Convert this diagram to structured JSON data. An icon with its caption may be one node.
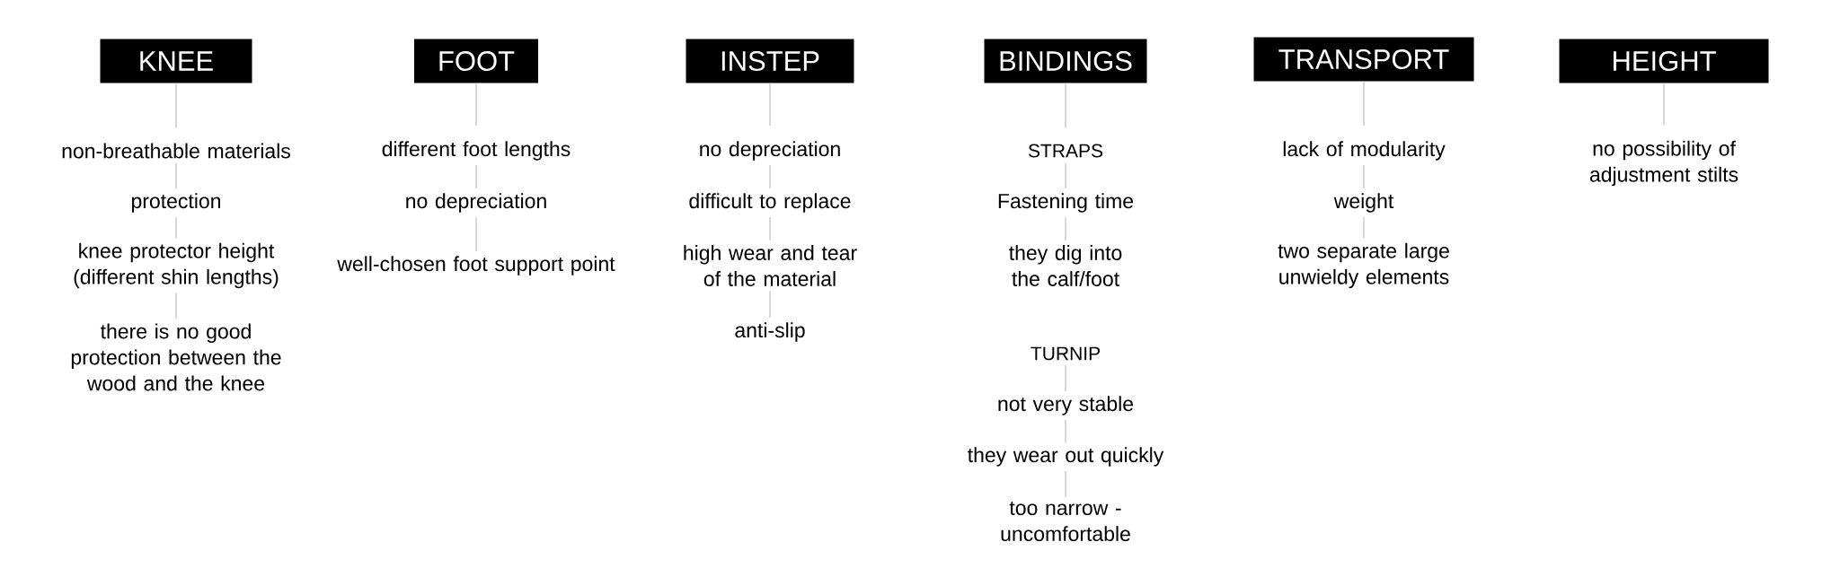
{
  "diagram": {
    "nodes": [
      {
        "text": [
          "KNEE"
        ]
      },
      {
        "text": [
          "non-breathable materials"
        ]
      },
      {
        "text": [
          "protection"
        ]
      },
      {
        "text": [
          "knee protector height (different shin lengths)"
        ]
      },
      {
        "text": [
          "there is no good protection between the wood and the knee"
        ]
      },
      {
        "text": [
          "FOOT"
        ]
      },
      {
        "text": [
          "different foot lengths"
        ]
      },
      {
        "text": [
          "no depreciation"
        ]
      },
      {
        "text": [
          "well-chosen foot support point"
        ]
      },
      {
        "text": [
          "INSTEP"
        ]
      },
      {
        "text": [
          "no depreciation"
        ]
      },
      {
        "text": [
          "difficult to replace"
        ]
      },
      {
        "text": [
          "high wear and tear of the material"
        ]
      },
      {
        "text": [
          "anti-slip"
        ]
      },
      {
        "text": [
          "BINDINGS"
        ]
      },
      {
        "text": [
          "STRAPS"
        ]
      },
      {
        "text": [
          "Fastening time"
        ]
      },
      {
        "text": [
          "they dig into the calf/foot"
        ]
      },
      {
        "text": [
          "TURNIP"
        ]
      },
      {
        "text": [
          "not very stable"
        ]
      },
      {
        "text": [
          "they wear out quickly"
        ]
      },
      {
        "text": [
          "too narrow - uncomfortable"
        ]
      },
      {
        "text": [
          "TRANSPORT"
        ]
      },
      {
        "text": [
          "lack of modularity"
        ]
      },
      {
        "text": [
          "weight"
        ]
      },
      {
        "text": [
          "two separate large unwieldy elements"
        ]
      },
      {
        "text": [
          "HEIGHT"
        ]
      },
      {
        "text": [
          "no possibility of adjustment stilts"
        ]
      }
    ],
    "edges": [
      {
        "from": 0,
        "to": 1,
        "arrow": "none"
      },
      {
        "from": 1,
        "to": 2,
        "arrow": "none"
      },
      {
        "from": 2,
        "to": 3,
        "arrow": "none"
      },
      {
        "from": 3,
        "to": 4,
        "arrow": "none"
      },
      {
        "from": 5,
        "to": 6,
        "arrow": "none"
      },
      {
        "from": 6,
        "to": 7,
        "arrow": "none"
      },
      {
        "from": 7,
        "to": 8,
        "arrow": "none"
      },
      {
        "from": 9,
        "to": 10,
        "arrow": "none"
      },
      {
        "from": 10,
        "to": 11,
        "arrow": "none"
      },
      {
        "from": 11,
        "to": 12,
        "arrow": "none"
      },
      {
        "from": 12,
        "to": 13,
        "arrow": "none"
      },
      {
        "from": 14,
        "to": 15,
        "arrow": "none"
      },
      {
        "from": 15,
        "to": 16,
        "arrow": "none"
      },
      {
        "from": 16,
        "to": 17,
        "arrow": "none"
      },
      {
        "from": 18,
        "to": 19,
        "arrow": "none"
      },
      {
        "from": 19,
        "to": 20,
        "arrow": "none"
      },
      {
        "from": 20,
        "to": 21,
        "arrow": "none"
      },
      {
        "from": 22,
        "to": 23,
        "arrow": "none"
      },
      {
        "from": 23,
        "to": 24,
        "arrow": "none"
      },
      {
        "from": 24,
        "to": 25,
        "arrow": "none"
      },
      {
        "from": 26,
        "to": 27,
        "arrow": "none"
      }
    ]
  }
}
